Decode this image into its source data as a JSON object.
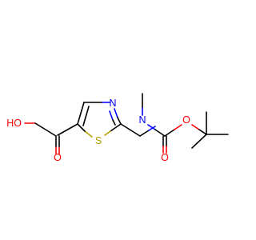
{
  "colors": {
    "background": "#ffffff",
    "bond": "#000000",
    "oxygen": "#ff0000",
    "nitrogen": "#0000ff",
    "sulfur": "#b5a000"
  },
  "atoms": {
    "ho": "HO",
    "o_carbonyl_acid": "O",
    "s_ring": "S",
    "n_ring": "N",
    "n_amine": "N",
    "o_ester": "O",
    "o_carbonyl_carbamate": "O"
  }
}
